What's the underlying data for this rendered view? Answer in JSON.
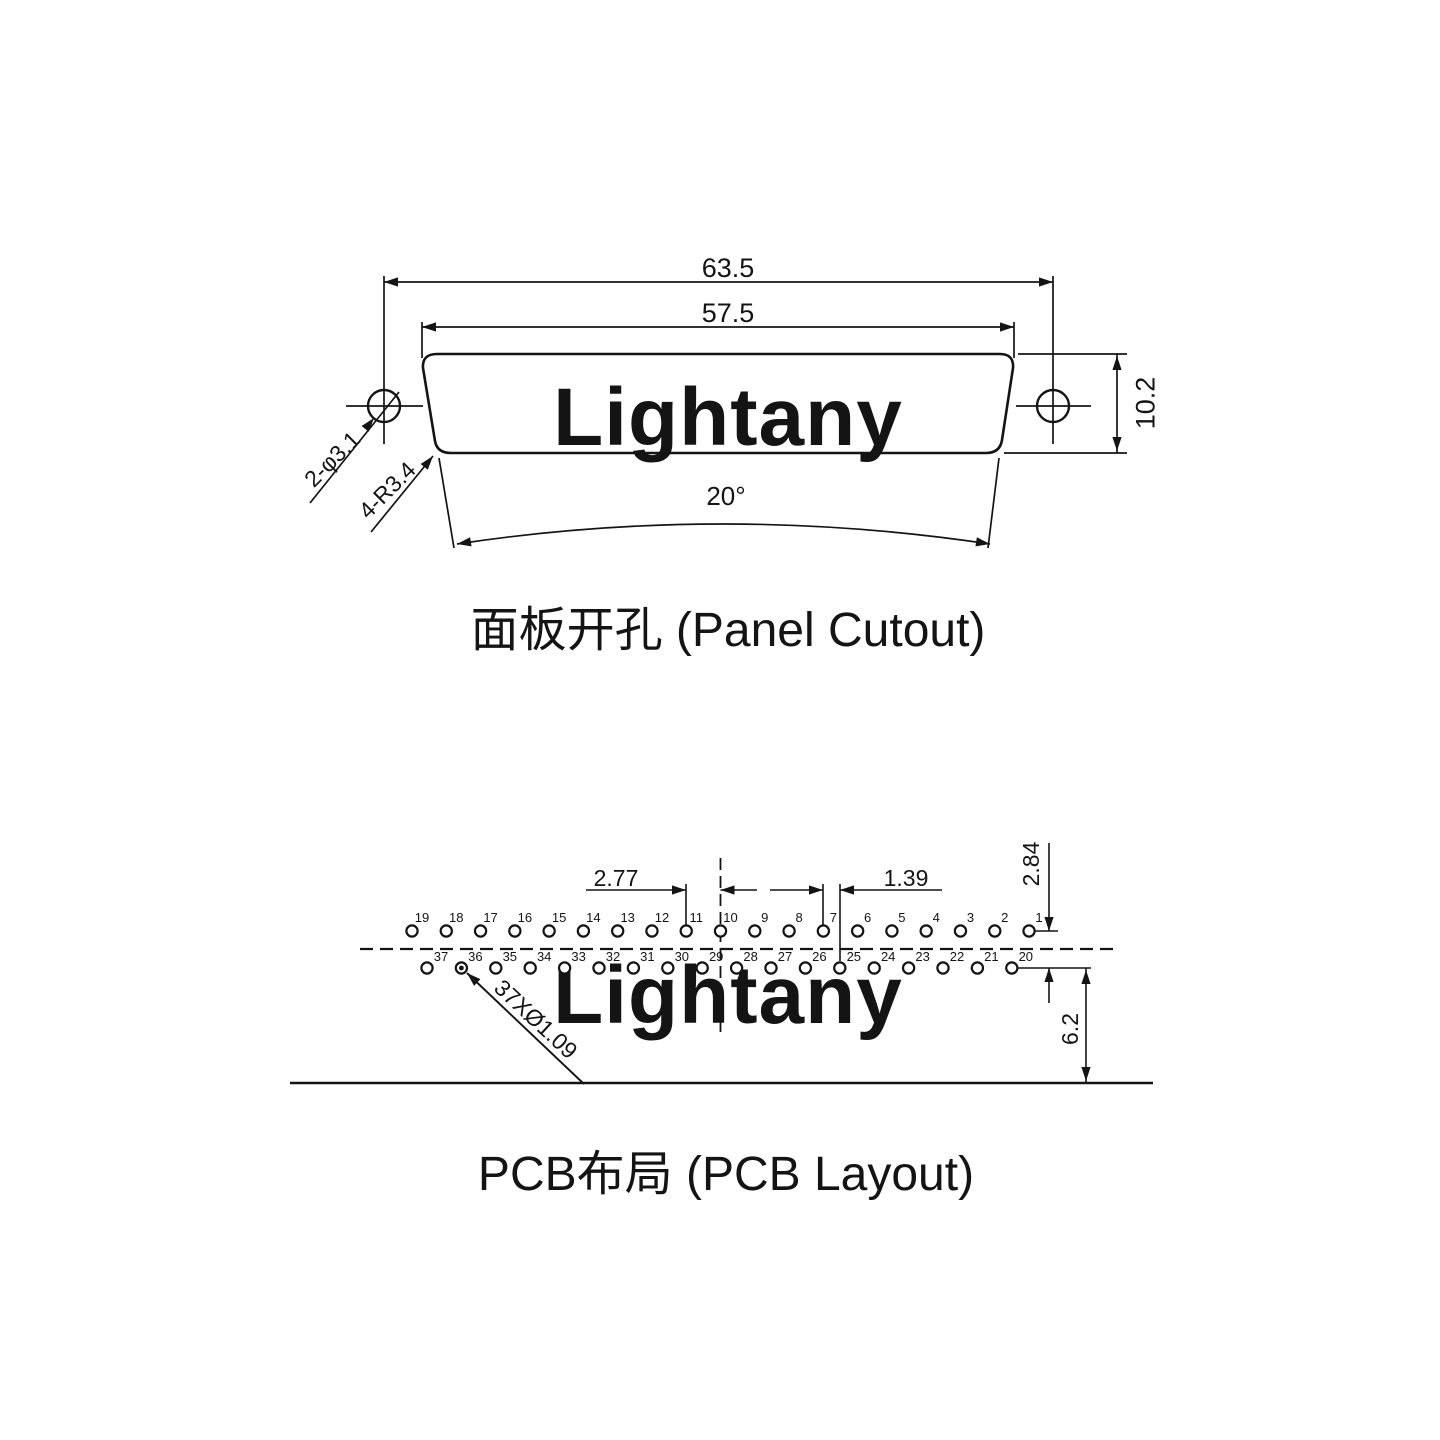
{
  "watermark": {
    "text": "Lightany",
    "color": "#f9dada"
  },
  "panel_cutout": {
    "caption": "面板开孔 (Panel Cutout)",
    "dims": {
      "overall_width": "63.5",
      "cutout_width": "57.5",
      "cutout_height": "10.2",
      "mount_holes": "2-φ3.1",
      "corner_radius": "4-R3.4",
      "side_angle": "20°"
    }
  },
  "pcb_layout": {
    "caption": "PCB布局 (PCB Layout)",
    "dims": {
      "pin_pitch": "2.77",
      "row_stagger": "1.39",
      "row_spacing": "2.84",
      "edge_distance": "6.2",
      "hole_spec": "37XØ1.09"
    },
    "top_row_numbers": [
      19,
      18,
      17,
      16,
      15,
      14,
      13,
      12,
      11,
      10,
      9,
      8,
      7,
      6,
      5,
      4,
      3,
      2,
      1
    ],
    "bottom_row_numbers": [
      37,
      36,
      35,
      34,
      33,
      32,
      31,
      30,
      29,
      28,
      27,
      26,
      25,
      24,
      23,
      22,
      21,
      20
    ],
    "dotted_hole": 36
  }
}
